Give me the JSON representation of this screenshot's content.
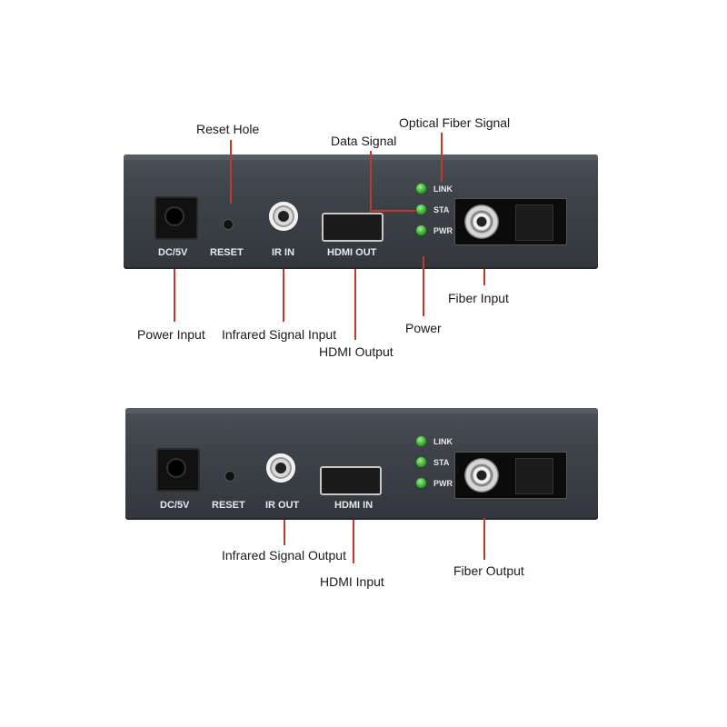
{
  "colors": {
    "leader_line": "#c0392b",
    "panel": "#3d4249",
    "led": "#36b32c"
  },
  "top_unit": {
    "ports": {
      "dc": "DC/5V",
      "reset": "RESET",
      "ir": "IR IN",
      "hdmi": "HDMI OUT"
    },
    "leds": [
      "LINK",
      "STA",
      "PWR"
    ],
    "callouts": {
      "reset_hole": "Reset Hole",
      "optical_fiber_signal": "Optical Fiber Signal",
      "data_signal": "Data Signal",
      "power_input": "Power Input",
      "infrared_signal_input": "Infrared Signal Input",
      "hdmi_output": "HDMI Output",
      "power": "Power",
      "fiber_input": "Fiber Input"
    }
  },
  "bottom_unit": {
    "ports": {
      "dc": "DC/5V",
      "reset": "RESET",
      "ir": "IR OUT",
      "hdmi": "HDMI IN"
    },
    "leds": [
      "LINK",
      "STA",
      "PWR"
    ],
    "callouts": {
      "infrared_signal_output": "Infrared Signal Output",
      "hdmi_input": "HDMI Input",
      "fiber_output": "Fiber Output"
    }
  }
}
